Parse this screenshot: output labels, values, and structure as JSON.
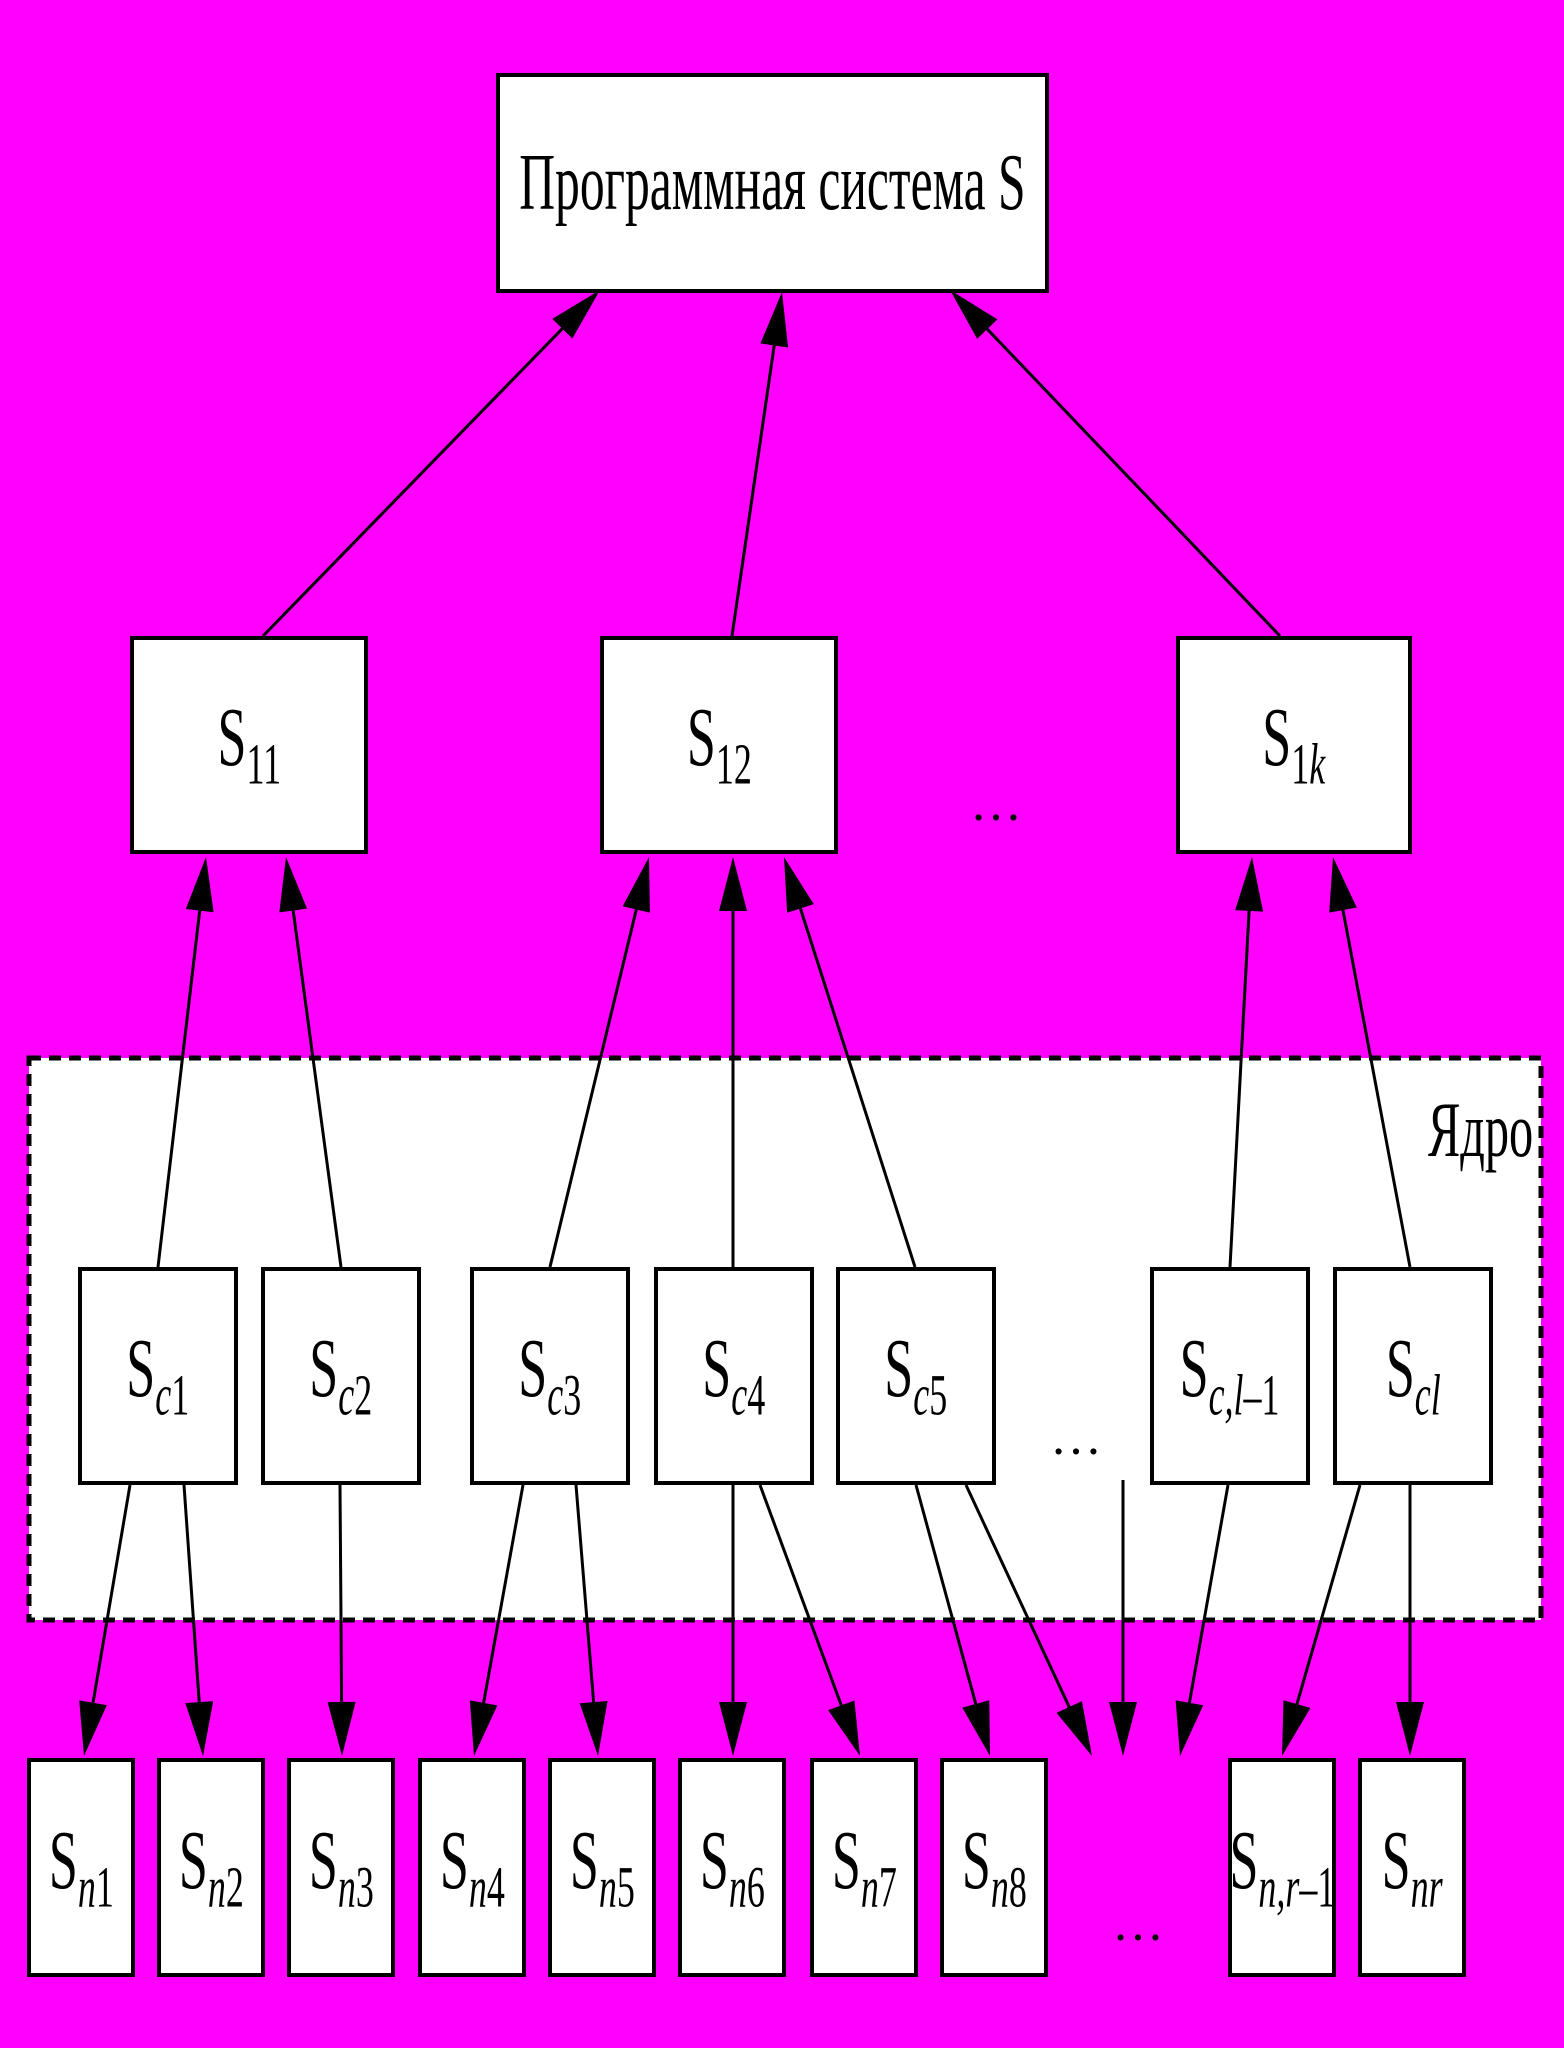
{
  "root": {
    "label": "Программная система S"
  },
  "core": {
    "label": "Ядро"
  },
  "level1": [
    {
      "main": "S",
      "sub": "11",
      "sub_italic": false
    },
    {
      "main": "S",
      "sub": "12",
      "sub_italic": false
    },
    {
      "main": "S",
      "sub_prefix": "1",
      "sub_italic_part": "k"
    }
  ],
  "core_nodes": [
    {
      "main": "S",
      "sub_italic_part": "c",
      "sub_suffix": "1"
    },
    {
      "main": "S",
      "sub_italic_part": "c",
      "sub_suffix": "2"
    },
    {
      "main": "S",
      "sub_italic_part": "c",
      "sub_suffix": "3"
    },
    {
      "main": "S",
      "sub_italic_part": "c",
      "sub_suffix": "4"
    },
    {
      "main": "S",
      "sub_italic_part": "c",
      "sub_suffix": "5"
    },
    {
      "main": "S",
      "sub_italic_part": "c,l",
      "sub_suffix": "–1"
    },
    {
      "main": "S",
      "sub_italic_part": "cl",
      "sub_suffix": ""
    }
  ],
  "leaf_nodes": [
    {
      "main": "S",
      "sub_italic_part": "n",
      "sub_suffix": "1"
    },
    {
      "main": "S",
      "sub_italic_part": "n",
      "sub_suffix": "2"
    },
    {
      "main": "S",
      "sub_italic_part": "n",
      "sub_suffix": "3"
    },
    {
      "main": "S",
      "sub_italic_part": "n",
      "sub_suffix": "4"
    },
    {
      "main": "S",
      "sub_italic_part": "n",
      "sub_suffix": "5"
    },
    {
      "main": "S",
      "sub_italic_part": "n",
      "sub_suffix": "6"
    },
    {
      "main": "S",
      "sub_italic_part": "n",
      "sub_suffix": "7"
    },
    {
      "main": "S",
      "sub_italic_part": "n",
      "sub_suffix": "8"
    },
    {
      "main": "S",
      "sub_italic_part": "n,r",
      "sub_suffix": "–1"
    },
    {
      "main": "S",
      "sub_italic_part": "nr",
      "sub_suffix": ""
    }
  ],
  "ellipsis": "…",
  "colors": {
    "background": "#ff00ff",
    "box": "#ffffff",
    "stroke": "#000000"
  }
}
